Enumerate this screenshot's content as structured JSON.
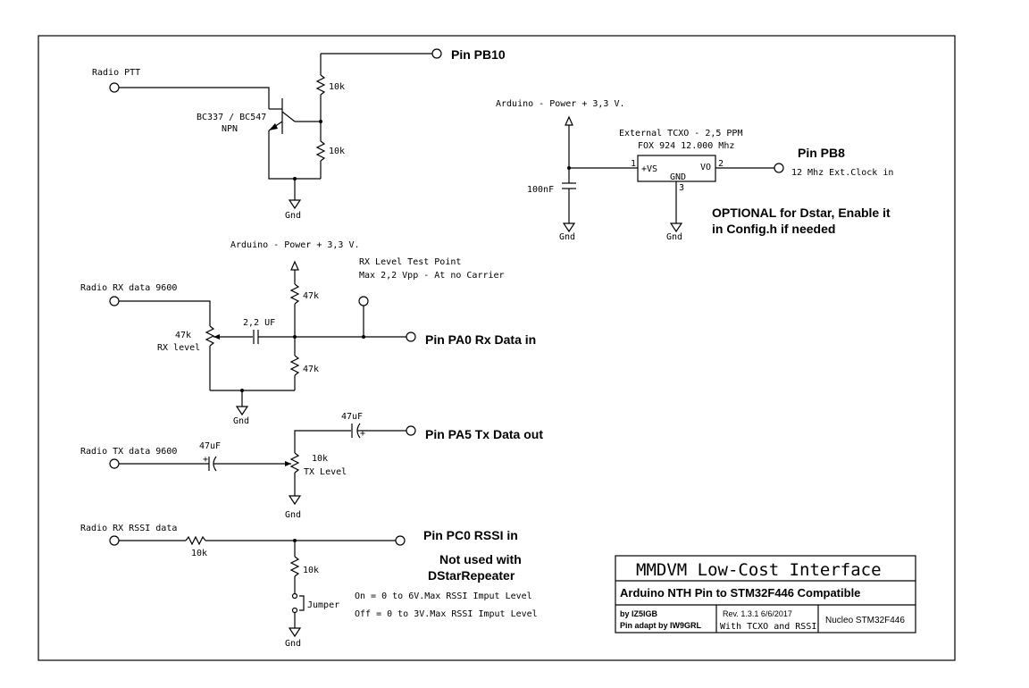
{
  "top": {
    "radio_ptt": "Radio PTT",
    "transistor": "BC337 / BC547",
    "npn": "NPN",
    "r1": "10k",
    "r2": "10k",
    "pin_pb10": "Pin PB10",
    "gnd": "Gnd"
  },
  "tcxo": {
    "power": "Arduino - Power + 3,3 V.",
    "title": "External TCXO - 2,5 PPM",
    "part": "FOX 924 12.000 Mhz",
    "cap": "100nF",
    "pin1": "1",
    "vs": "+VS",
    "vo": "VO",
    "pin2": "2",
    "gnd_label": "GND",
    "pin3": "3",
    "gnd1": "Gnd",
    "gnd2": "Gnd",
    "pin_pb8": "Pin PB8",
    "clock": "12 Mhz Ext.Clock in",
    "optional1": "OPTIONAL for Dstar, Enable it",
    "optional2": "in Config.h if needed"
  },
  "rx": {
    "power": "Arduino - Power + 3,3 V.",
    "testpoint1": "RX Level Test Point",
    "testpoint2": "Max 2,2 Vpp - At no Carrier",
    "radio_rx": "Radio RX data 9600",
    "r_top": "47k",
    "r_bot": "47k",
    "pot": "47k",
    "pot_label": "RX level",
    "cap": "2,2 UF",
    "pin_pa0": "Pin PA0 Rx Data in",
    "gnd": "Gnd"
  },
  "tx": {
    "cap_out": "47uF",
    "pin_pa5": "Pin PA5 Tx Data out",
    "radio_tx": "Radio TX data 9600",
    "cap_in": "47uF",
    "pot": "10k",
    "pot_label": "TX Level",
    "gnd": "Gnd",
    "plus": "+"
  },
  "rssi": {
    "radio_rssi": "Radio RX RSSI data",
    "r1": "10k",
    "r2": "10k",
    "pin_pc0": "Pin PC0 RSSI in",
    "note1": "Not used with",
    "note2": "DStarRepeater",
    "jumper": "Jumper",
    "on": "On  = 0 to 6V.Max RSSI Imput Level",
    "off": "Off = 0 to 3V.Max RSSI Imput Level",
    "gnd": "Gnd"
  },
  "titleblock": {
    "title": "MMDVM Low-Cost Interface",
    "subtitle": "Arduino NTH Pin to STM32F446 Compatible",
    "by": "by IZ5IGB",
    "adapt": "Pin adapt by IW9GRL",
    "rev": "Rev. 1.3.1 6/6/2017",
    "with": "With TCXO and RSSI",
    "board": "Nucleo STM32F446"
  }
}
